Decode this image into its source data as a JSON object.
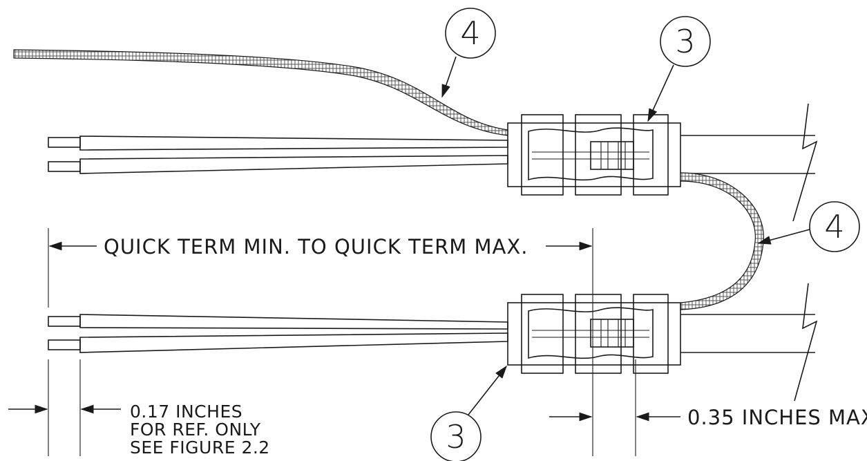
{
  "callouts": [
    {
      "id": "cable-top",
      "label": "4"
    },
    {
      "id": "splice-top",
      "label": "3"
    },
    {
      "id": "cable-loop",
      "label": "4"
    },
    {
      "id": "splice-bottom",
      "label": "3"
    }
  ],
  "dimensions": {
    "quick_term": "QUICK TERM MIN. TO QUICK TERM MAX.",
    "max_gap": "0.35 INCHES MAX."
  },
  "notes": {
    "ref_line1": "0.17 INCHES",
    "ref_line2": "FOR REF. ONLY",
    "ref_line3": "SEE FIGURE 2.2"
  }
}
